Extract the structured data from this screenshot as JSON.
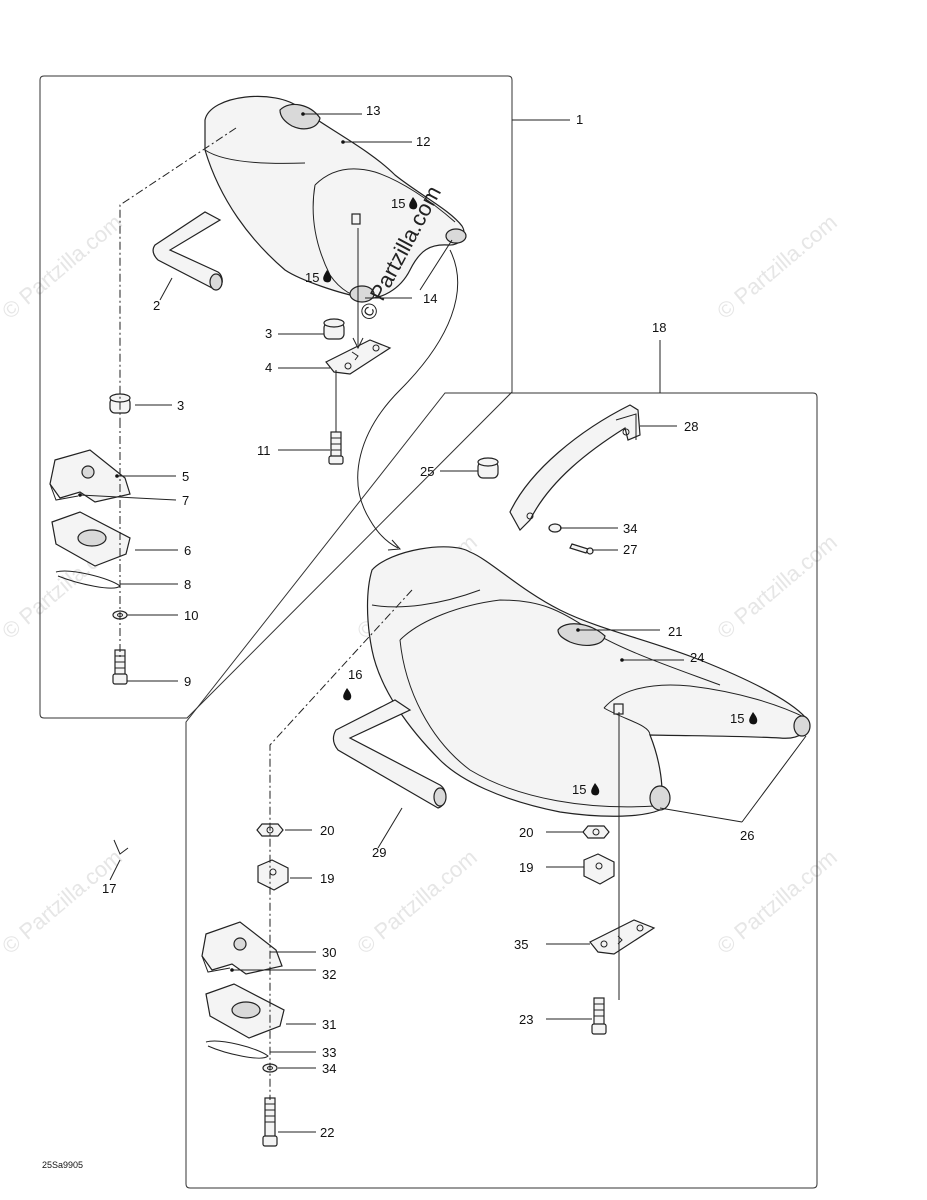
{
  "watermark": {
    "text": "© Partzilla.com",
    "color": "#e6e6e6"
  },
  "drawing_code": "25Sa9905",
  "callouts": [
    {
      "id": "c1",
      "label": "1"
    },
    {
      "id": "c2",
      "label": "2"
    },
    {
      "id": "c3a",
      "label": "3"
    },
    {
      "id": "c3b",
      "label": "3"
    },
    {
      "id": "c4",
      "label": "4"
    },
    {
      "id": "c5",
      "label": "5"
    },
    {
      "id": "c6",
      "label": "6"
    },
    {
      "id": "c7",
      "label": "7"
    },
    {
      "id": "c8",
      "label": "8"
    },
    {
      "id": "c9",
      "label": "9"
    },
    {
      "id": "c10",
      "label": "10"
    },
    {
      "id": "c11",
      "label": "11"
    },
    {
      "id": "c12",
      "label": "12"
    },
    {
      "id": "c13",
      "label": "13"
    },
    {
      "id": "c14",
      "label": "14"
    },
    {
      "id": "c15a",
      "label": "15"
    },
    {
      "id": "c15b",
      "label": "15"
    },
    {
      "id": "c15c",
      "label": "15"
    },
    {
      "id": "c15d",
      "label": "15"
    },
    {
      "id": "c16",
      "label": "16"
    },
    {
      "id": "c17",
      "label": "17"
    },
    {
      "id": "c18",
      "label": "18"
    },
    {
      "id": "c19a",
      "label": "19"
    },
    {
      "id": "c19b",
      "label": "19"
    },
    {
      "id": "c20a",
      "label": "20"
    },
    {
      "id": "c20b",
      "label": "20"
    },
    {
      "id": "c21",
      "label": "21"
    },
    {
      "id": "c22",
      "label": "22"
    },
    {
      "id": "c23",
      "label": "23"
    },
    {
      "id": "c24",
      "label": "24"
    },
    {
      "id": "c25",
      "label": "25"
    },
    {
      "id": "c26",
      "label": "26"
    },
    {
      "id": "c27",
      "label": "27"
    },
    {
      "id": "c28",
      "label": "28"
    },
    {
      "id": "c29",
      "label": "29"
    },
    {
      "id": "c30",
      "label": "30"
    },
    {
      "id": "c31",
      "label": "31"
    },
    {
      "id": "c32",
      "label": "32"
    },
    {
      "id": "c33",
      "label": "33"
    },
    {
      "id": "c34a",
      "label": "34"
    },
    {
      "id": "c34b",
      "label": "34"
    },
    {
      "id": "c35",
      "label": "35"
    }
  ]
}
